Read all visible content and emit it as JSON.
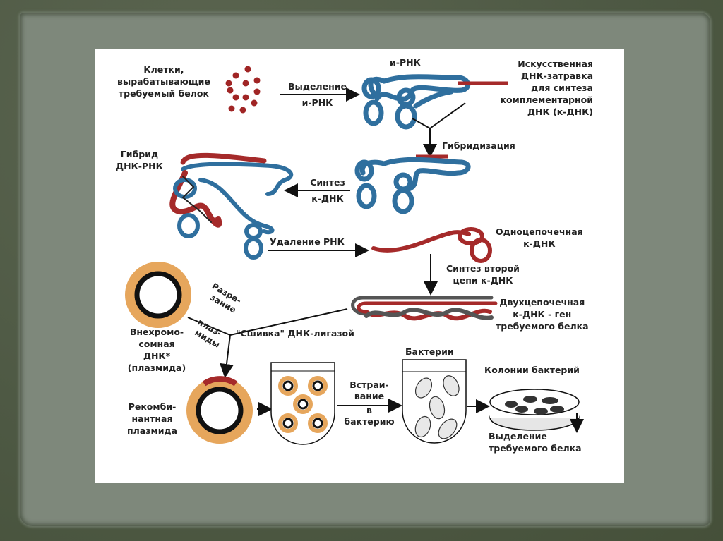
{
  "title": "Получение рекомбинантной плазмиды с геном требуемого белка",
  "colors": {
    "rna": "#2f6f9e",
    "dna": "#a52a2a",
    "second_strand": "#5a5a5a",
    "plasmid_ring": "#e6a65c",
    "background_frame": "#4f5a45",
    "paper": "#7e887b"
  },
  "labels": {
    "cells": [
      "Клетки,",
      "вырабатывающие",
      "требуемый белок"
    ],
    "isolation_mrna": [
      "Выделение",
      "и-РНК"
    ],
    "mrna": "и-РНК",
    "primer": [
      "Искусственная",
      "ДНК-затравка",
      "для синтеза",
      "комплементарной",
      "ДНК   (к-ДНК)"
    ],
    "hybridization": "Гибридизация",
    "hybrid": [
      "Гибрид",
      "ДНК-РНК"
    ],
    "cdna_synthesis": [
      "Синтез",
      "к-ДНК"
    ],
    "rna_removal": "Удаление РНК",
    "single_strand": [
      "Одноцепочечная",
      "к-ДНК"
    ],
    "second_strand_synthesis": [
      "Синтез второй",
      "цепи к-ДНК"
    ],
    "double_strand": [
      "Двухцепочечная",
      "к-ДНК - ген",
      "требуемого белка"
    ],
    "cutting": [
      "Разре-",
      "зание"
    ],
    "plasmid_word": [
      "плаз-",
      "миды"
    ],
    "ligation": "\"Сшивка\" ДНК-лигазой",
    "plasmid": [
      "Внехромо-",
      "сомная",
      "ДНК*",
      "(плазмида)"
    ],
    "recombinant": [
      "Рекомби-",
      "нантная",
      "плазмида"
    ],
    "insertion": [
      "Встраи-",
      "вание",
      "в",
      "бактерию"
    ],
    "bacteria": "Бактерии",
    "colonies": "Колонии бактерий",
    "protein_isolation": [
      "Выделение",
      "требуемого белка"
    ]
  }
}
